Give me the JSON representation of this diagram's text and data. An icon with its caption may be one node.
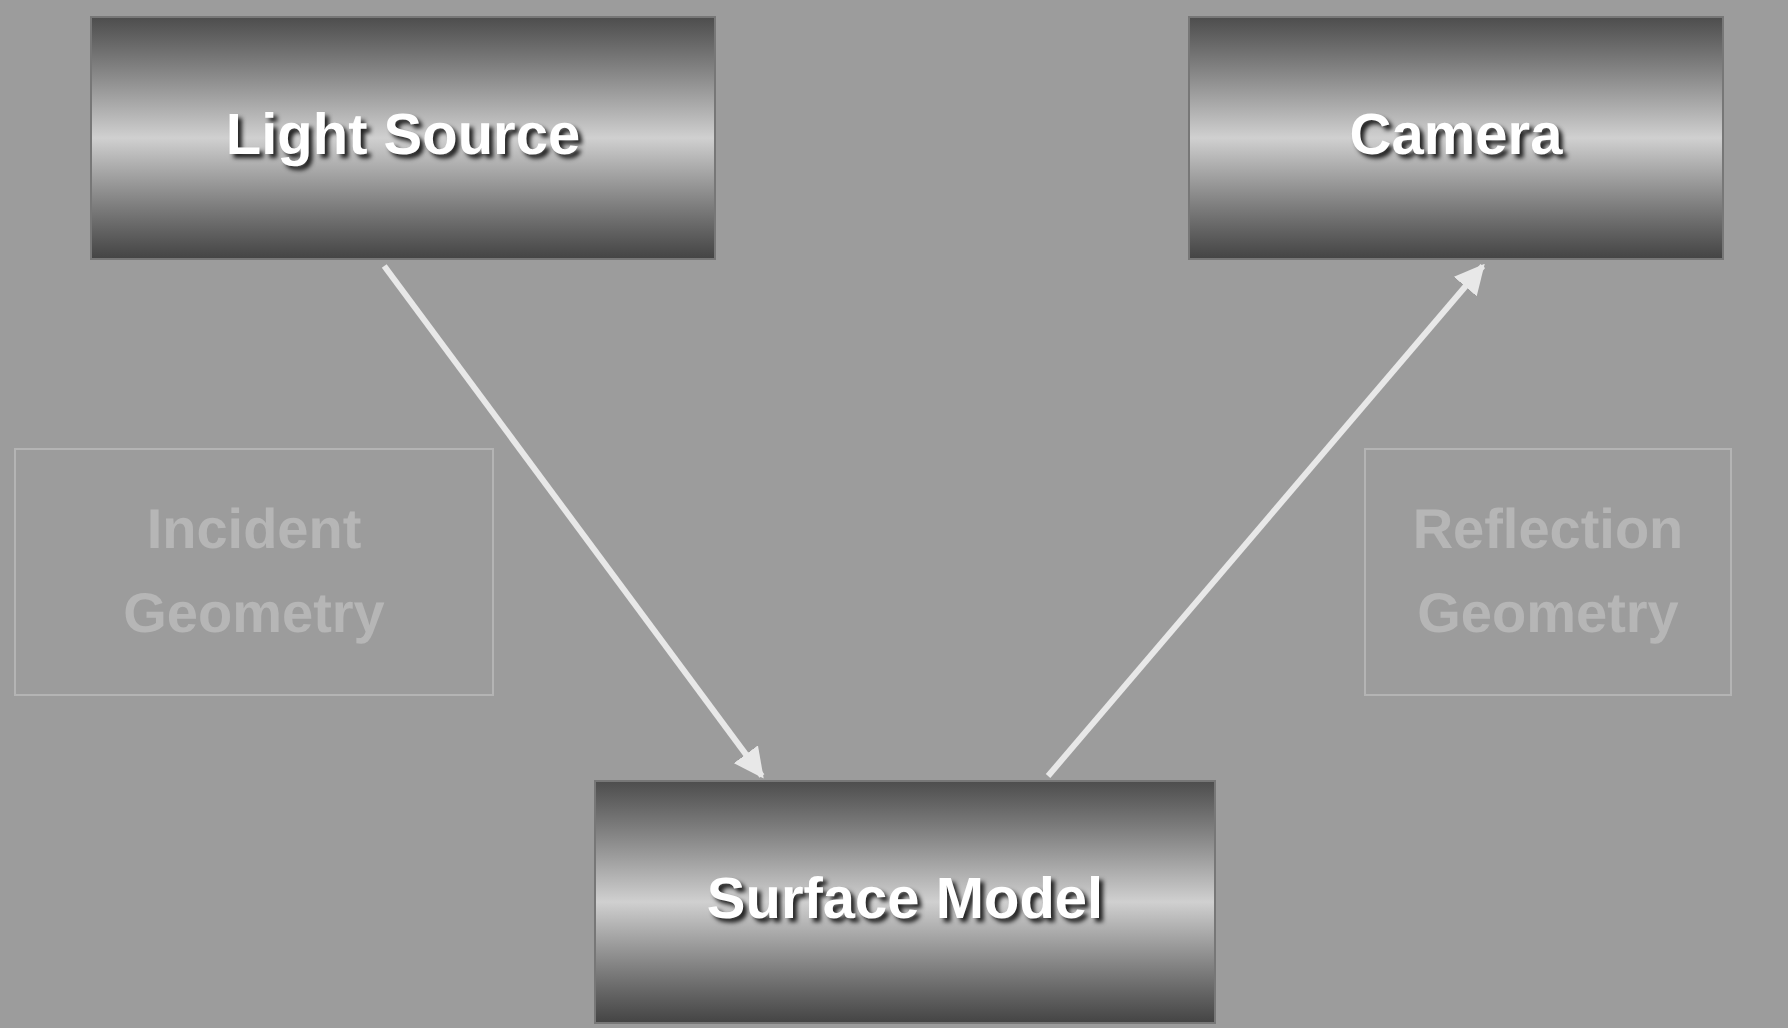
{
  "diagram": {
    "nodes": [
      {
        "text": [
          "Light Source"
        ]
      },
      {
        "text": [
          "Camera"
        ]
      },
      {
        "text": [
          "Incident Geometry"
        ]
      },
      {
        "text": [
          "Reflection Geometry"
        ]
      },
      {
        "text": [
          "Surface Model"
        ]
      }
    ],
    "edges": [
      {
        "from": 0,
        "to": 4,
        "arrow": "to"
      },
      {
        "from": 4,
        "to": 1,
        "arrow": "to"
      }
    ]
  }
}
